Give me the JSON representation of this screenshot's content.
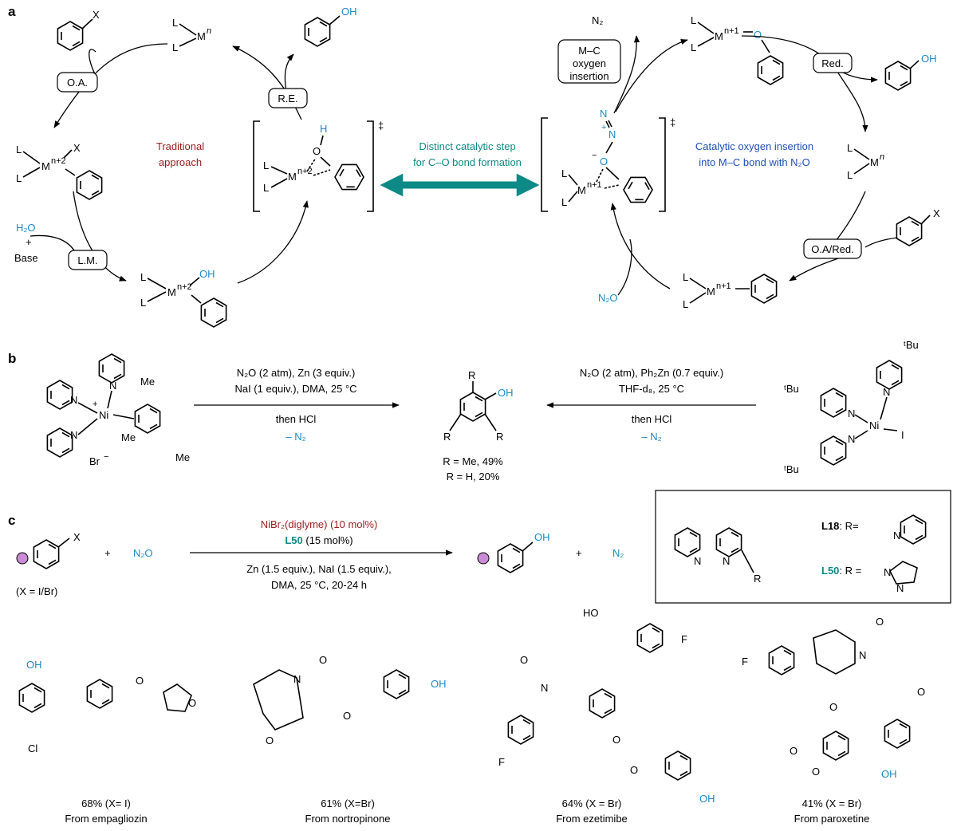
{
  "panel_a": {
    "label": "a",
    "left_cycle": {
      "substrate_X": "X",
      "L": "L",
      "M_n": "M",
      "n": "n",
      "M_n2": "M",
      "n2": "n+2",
      "OH": "OH",
      "H": "H",
      "O": "O",
      "OA": "O.A.",
      "RE": "R.E.",
      "LM": "L.M.",
      "H2O": "H₂O",
      "plus": "+",
      "base": "Base",
      "traditional_1": "Traditional",
      "traditional_2": "approach",
      "dagger": "‡"
    },
    "center": {
      "line1": "Distinct catalytic step",
      "line2": "for C–O bond formation"
    },
    "right_cycle": {
      "N2": "N₂",
      "insertion_1": "M–C",
      "insertion_2": "oxygen",
      "insertion_3": "insertion",
      "M_n1": "M",
      "n1": "n+1",
      "O": "O",
      "Red": "Red.",
      "OH": "OH",
      "catalytic_1": "Catalytic oxygen insertion",
      "catalytic_2": "into  M–C bond with N₂O",
      "M_n": "M",
      "n": "n",
      "X": "X",
      "OA_Red": "O.A/Red.",
      "N2O": "N₂O",
      "ts_plus": "+",
      "ts_minus": "−",
      "ts_N": "N",
      "dagger": "‡"
    }
  },
  "panel_b": {
    "label": "b",
    "left_reagents_1": "N₂O (2 atm), Zn (3 equiv.)",
    "left_reagents_2": "NaI (1 equiv.), DMA, 25 °C",
    "left_then": "then HCl",
    "left_minus": "– N₂",
    "right_reagents_1": "N₂O (2 atm), Ph₂Zn (0.7 equiv.)",
    "right_reagents_2": "THF-d₈, 25 °C",
    "right_then": "then HCl",
    "right_minus": "– N₂",
    "product_R": "R",
    "product_OH": "OH",
    "yield_1": "R = Me, 49%",
    "yield_2": "R = H, 20%",
    "complex_left": {
      "N": "N",
      "Ni": "Ni",
      "plus": "+",
      "Me": "Me",
      "Br": "Br",
      "minus": "−"
    },
    "complex_right": {
      "tBu": "ᵗBu",
      "N": "N",
      "Ni": "Ni",
      "I": "I"
    }
  },
  "panel_c": {
    "label": "c",
    "substrate_X": "X",
    "substrate_note": "(X = I/Br)",
    "plus": "+",
    "N2O": "N₂O",
    "catalyst": "NiBr₂(diglyme) (10 mol%)",
    "ligand": "L50",
    "ligand_loading": " (15 mol%)",
    "conditions_1": "Zn (1.5 equiv.), NaI (1.5 equiv.),",
    "conditions_2": "DMA, 25 °C, 20-24 h",
    "product_OH": "OH",
    "N2": "N₂",
    "ligand_box": {
      "R": "R",
      "N": "N",
      "L18": "L18",
      "L18_eq": ": R=",
      "L50": "L50",
      "L50_eq": ": R ="
    },
    "examples": [
      {
        "yield": "68% (X= I)",
        "source": "From empagliozin",
        "labels": [
          "OH",
          "O",
          "O",
          "Cl"
        ]
      },
      {
        "yield": "61% (X=Br)",
        "source": "From nortropinone",
        "labels": [
          "N",
          "O",
          "O",
          "O",
          "OH"
        ]
      },
      {
        "yield": "64% (X = Br)",
        "source": "From ezetimibe",
        "labels": [
          "HO",
          "F",
          "O",
          "N",
          "F",
          "O",
          "O",
          "OH"
        ]
      },
      {
        "yield": "41% (X = Br)",
        "source": "From paroxetine",
        "labels": [
          "N",
          "O",
          "F",
          "O",
          "O",
          "O",
          "O",
          "OH"
        ]
      }
    ]
  },
  "colors": {
    "hydroxyl_blue": "#1a8ac6",
    "traditional_red": "#9b1b1b",
    "distinct_teal": "#0e8a86",
    "catalytic_navy": "#1f4fb4"
  }
}
